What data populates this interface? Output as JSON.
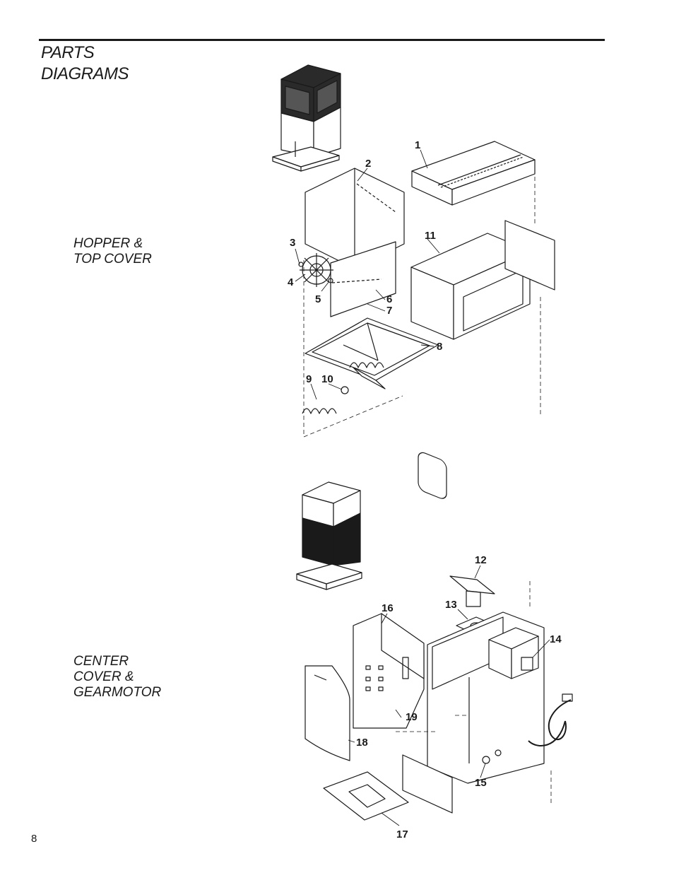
{
  "header": {
    "title_line1": "PARTS",
    "title_line2": "DIAGRAMS"
  },
  "sections": [
    {
      "label_line1": "HOPPER &",
      "label_line2": "TOP COVER"
    },
    {
      "label_line1": "CENTER",
      "label_line2": "COVER &",
      "label_line3": "GEARMOTOR"
    }
  ],
  "callouts": [
    "1",
    "2",
    "3",
    "4",
    "5",
    "6",
    "7",
    "8",
    "9",
    "10",
    "11",
    "12",
    "13",
    "14",
    "15",
    "16",
    "17",
    "18",
    "19"
  ],
  "footer": {
    "page_number": "8"
  }
}
